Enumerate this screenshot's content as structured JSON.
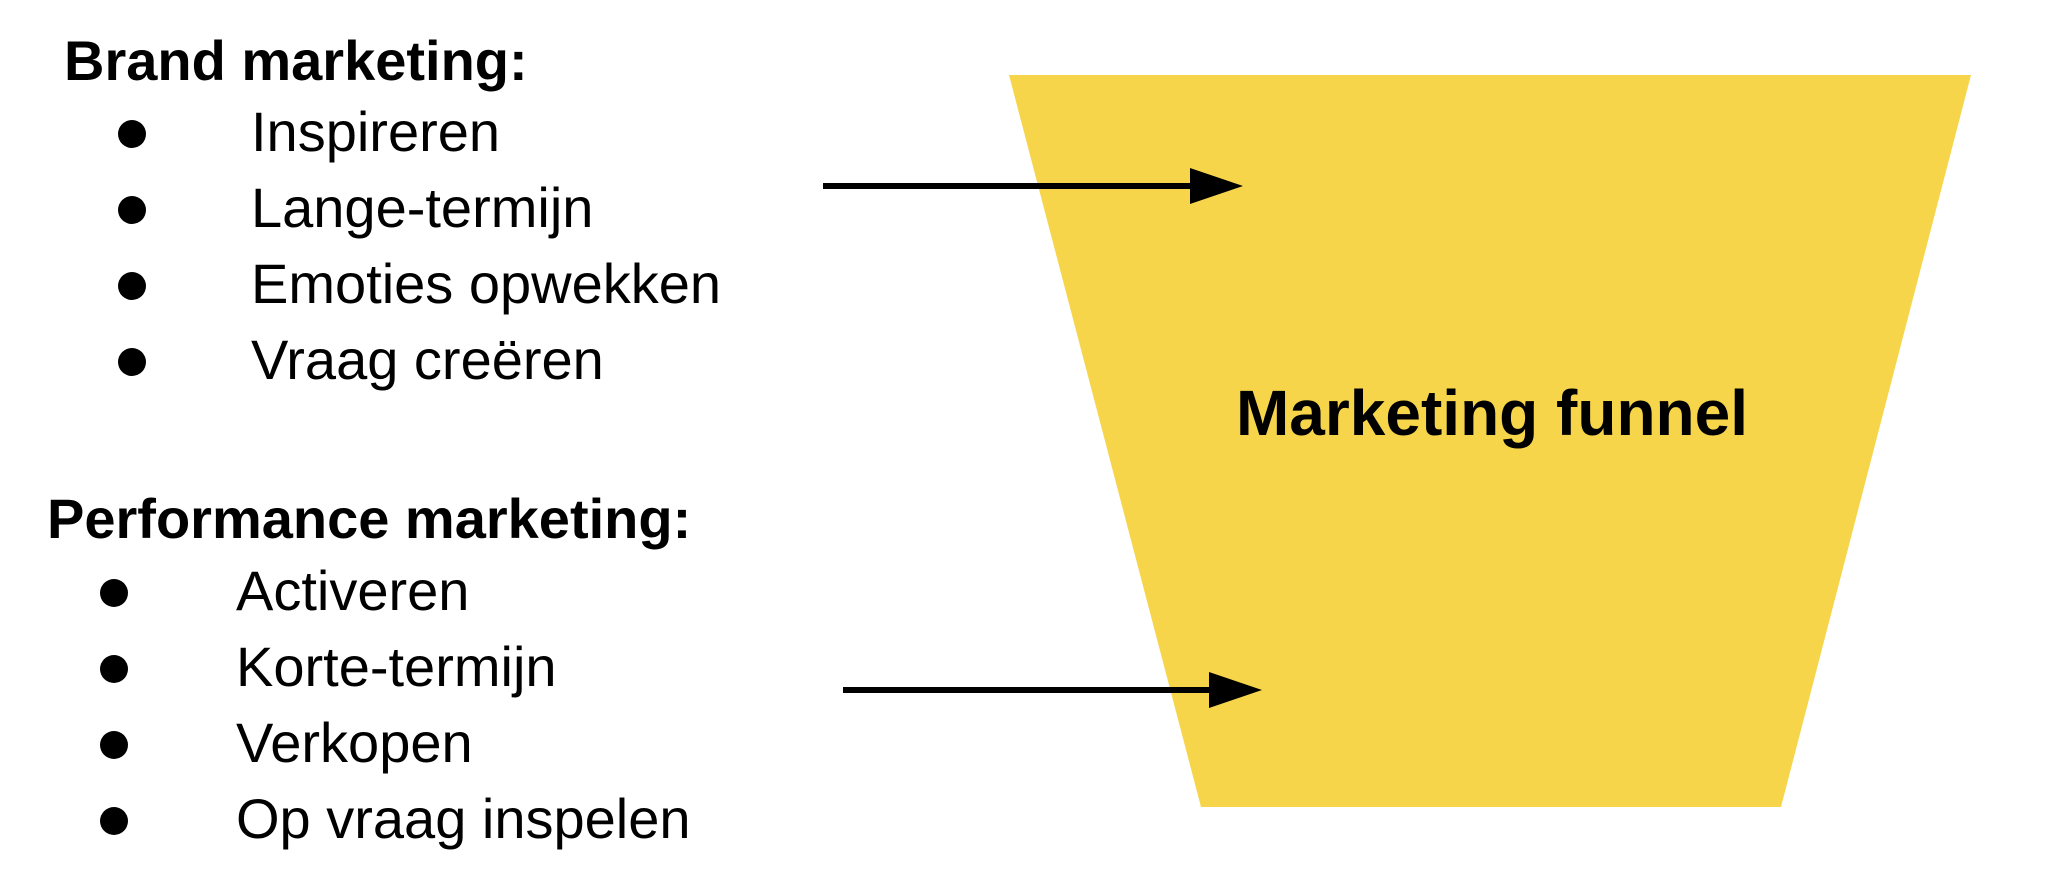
{
  "brand": {
    "heading": "Brand marketing:",
    "items": [
      "Inspireren",
      "Lange-termijn",
      "Emoties opwekken",
      "Vraag creëren"
    ]
  },
  "performance": {
    "heading": "Performance marketing:",
    "items": [
      "Activeren",
      "Korte-termijn",
      "Verkopen",
      "Op vraag inspelen"
    ]
  },
  "funnel": {
    "label": "Marketing funnel",
    "fill_color": "#F7D54B"
  },
  "arrow_color": "#000000",
  "text_color": "#000000"
}
